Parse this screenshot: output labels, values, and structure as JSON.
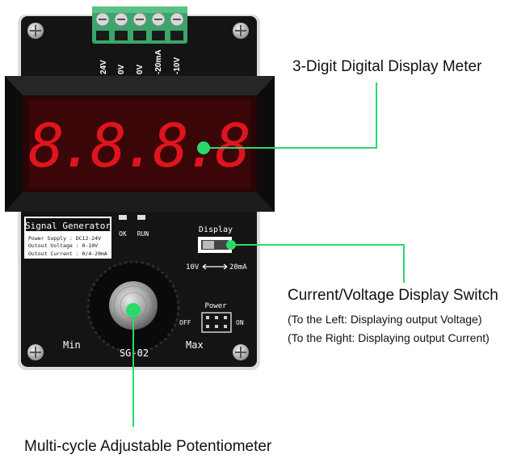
{
  "callouts": {
    "display_meter": "3-Digit Digital Display Meter",
    "switch_title": "Current/Voltage Display Switch",
    "switch_left": "(To the Left: Displaying output Voltage)",
    "switch_right": "(To the Right: Displaying output Current)",
    "potentiometer": "Multi-cycle Adjustable Potentiometer"
  },
  "terminals": [
    "24V",
    "0V",
    "0V",
    "-20mA",
    "-10V"
  ],
  "display": {
    "digits": "8.8.8.8",
    "color": "#e0141e"
  },
  "panel": {
    "title": "Signal Generator",
    "specs": [
      "Power Supply : DC12-24V",
      "Outout Voltage : 0-10V",
      "Outout Current : 0/4-20mA"
    ],
    "led_ok": "OK",
    "led_run": "RUN",
    "display_label": "Display",
    "switch_left_label": "10V",
    "switch_right_label": "20mA",
    "power_label": "Power",
    "power_off": "OFF",
    "power_on": "ON",
    "min_label": "Min",
    "max_label": "Max",
    "model": "SG-02"
  },
  "colors": {
    "accent": "#2bd96b",
    "terminal_green": "#3aa66b",
    "board": "#141414"
  }
}
